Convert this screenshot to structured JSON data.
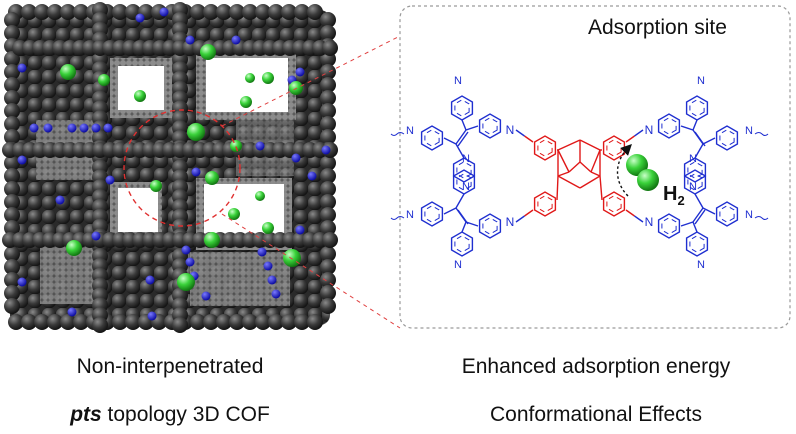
{
  "left_panel": {
    "caption_line1": "Non-interpenetrated",
    "caption_line2_emph": "pts",
    "caption_line2_rest": " topology 3D COF"
  },
  "right_panel": {
    "title": "Adsorption site",
    "gas_label_main": "H",
    "gas_label_sub": "2",
    "caption_line1": "Enhanced adsorption energy",
    "caption_line2": "Conformational Effects"
  },
  "molecule": {
    "imine_n": "N",
    "terminal_label": "N"
  },
  "colors": {
    "framework_atom": "#3a3a3a",
    "nitrogen_atom": "#1a1aff",
    "hydrogen_molecule": "#22c222",
    "core_red": "#e01818",
    "arm_blue": "#1f2fd0",
    "dashed_connector": "#e04040",
    "panel_border": "#9a9a9a"
  }
}
